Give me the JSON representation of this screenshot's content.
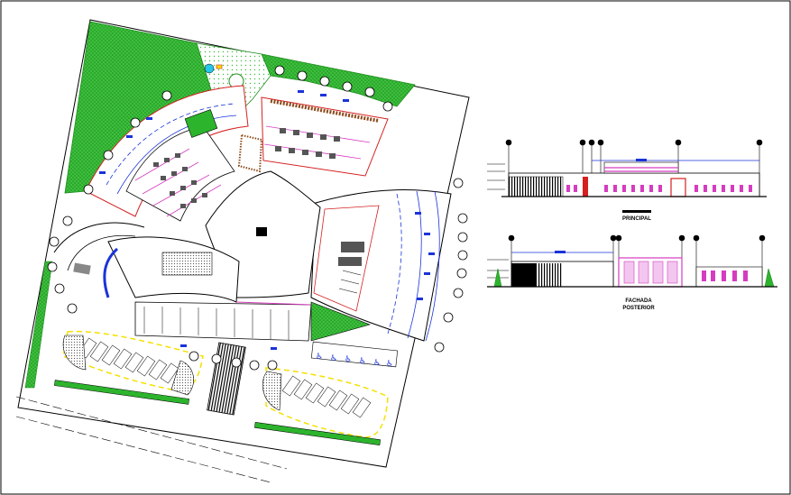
{
  "elevation_top": {
    "title": "PRINCIPAL"
  },
  "elevation_bottom": {
    "title_line1": "FACHADA",
    "title_line2": "POSTERIOR"
  },
  "colors": {
    "green": "#2db42d",
    "blue": "#1a33d9",
    "red": "#d42020",
    "magenta": "#d63cc0",
    "yellow": "#f5e000",
    "black": "#000000"
  }
}
